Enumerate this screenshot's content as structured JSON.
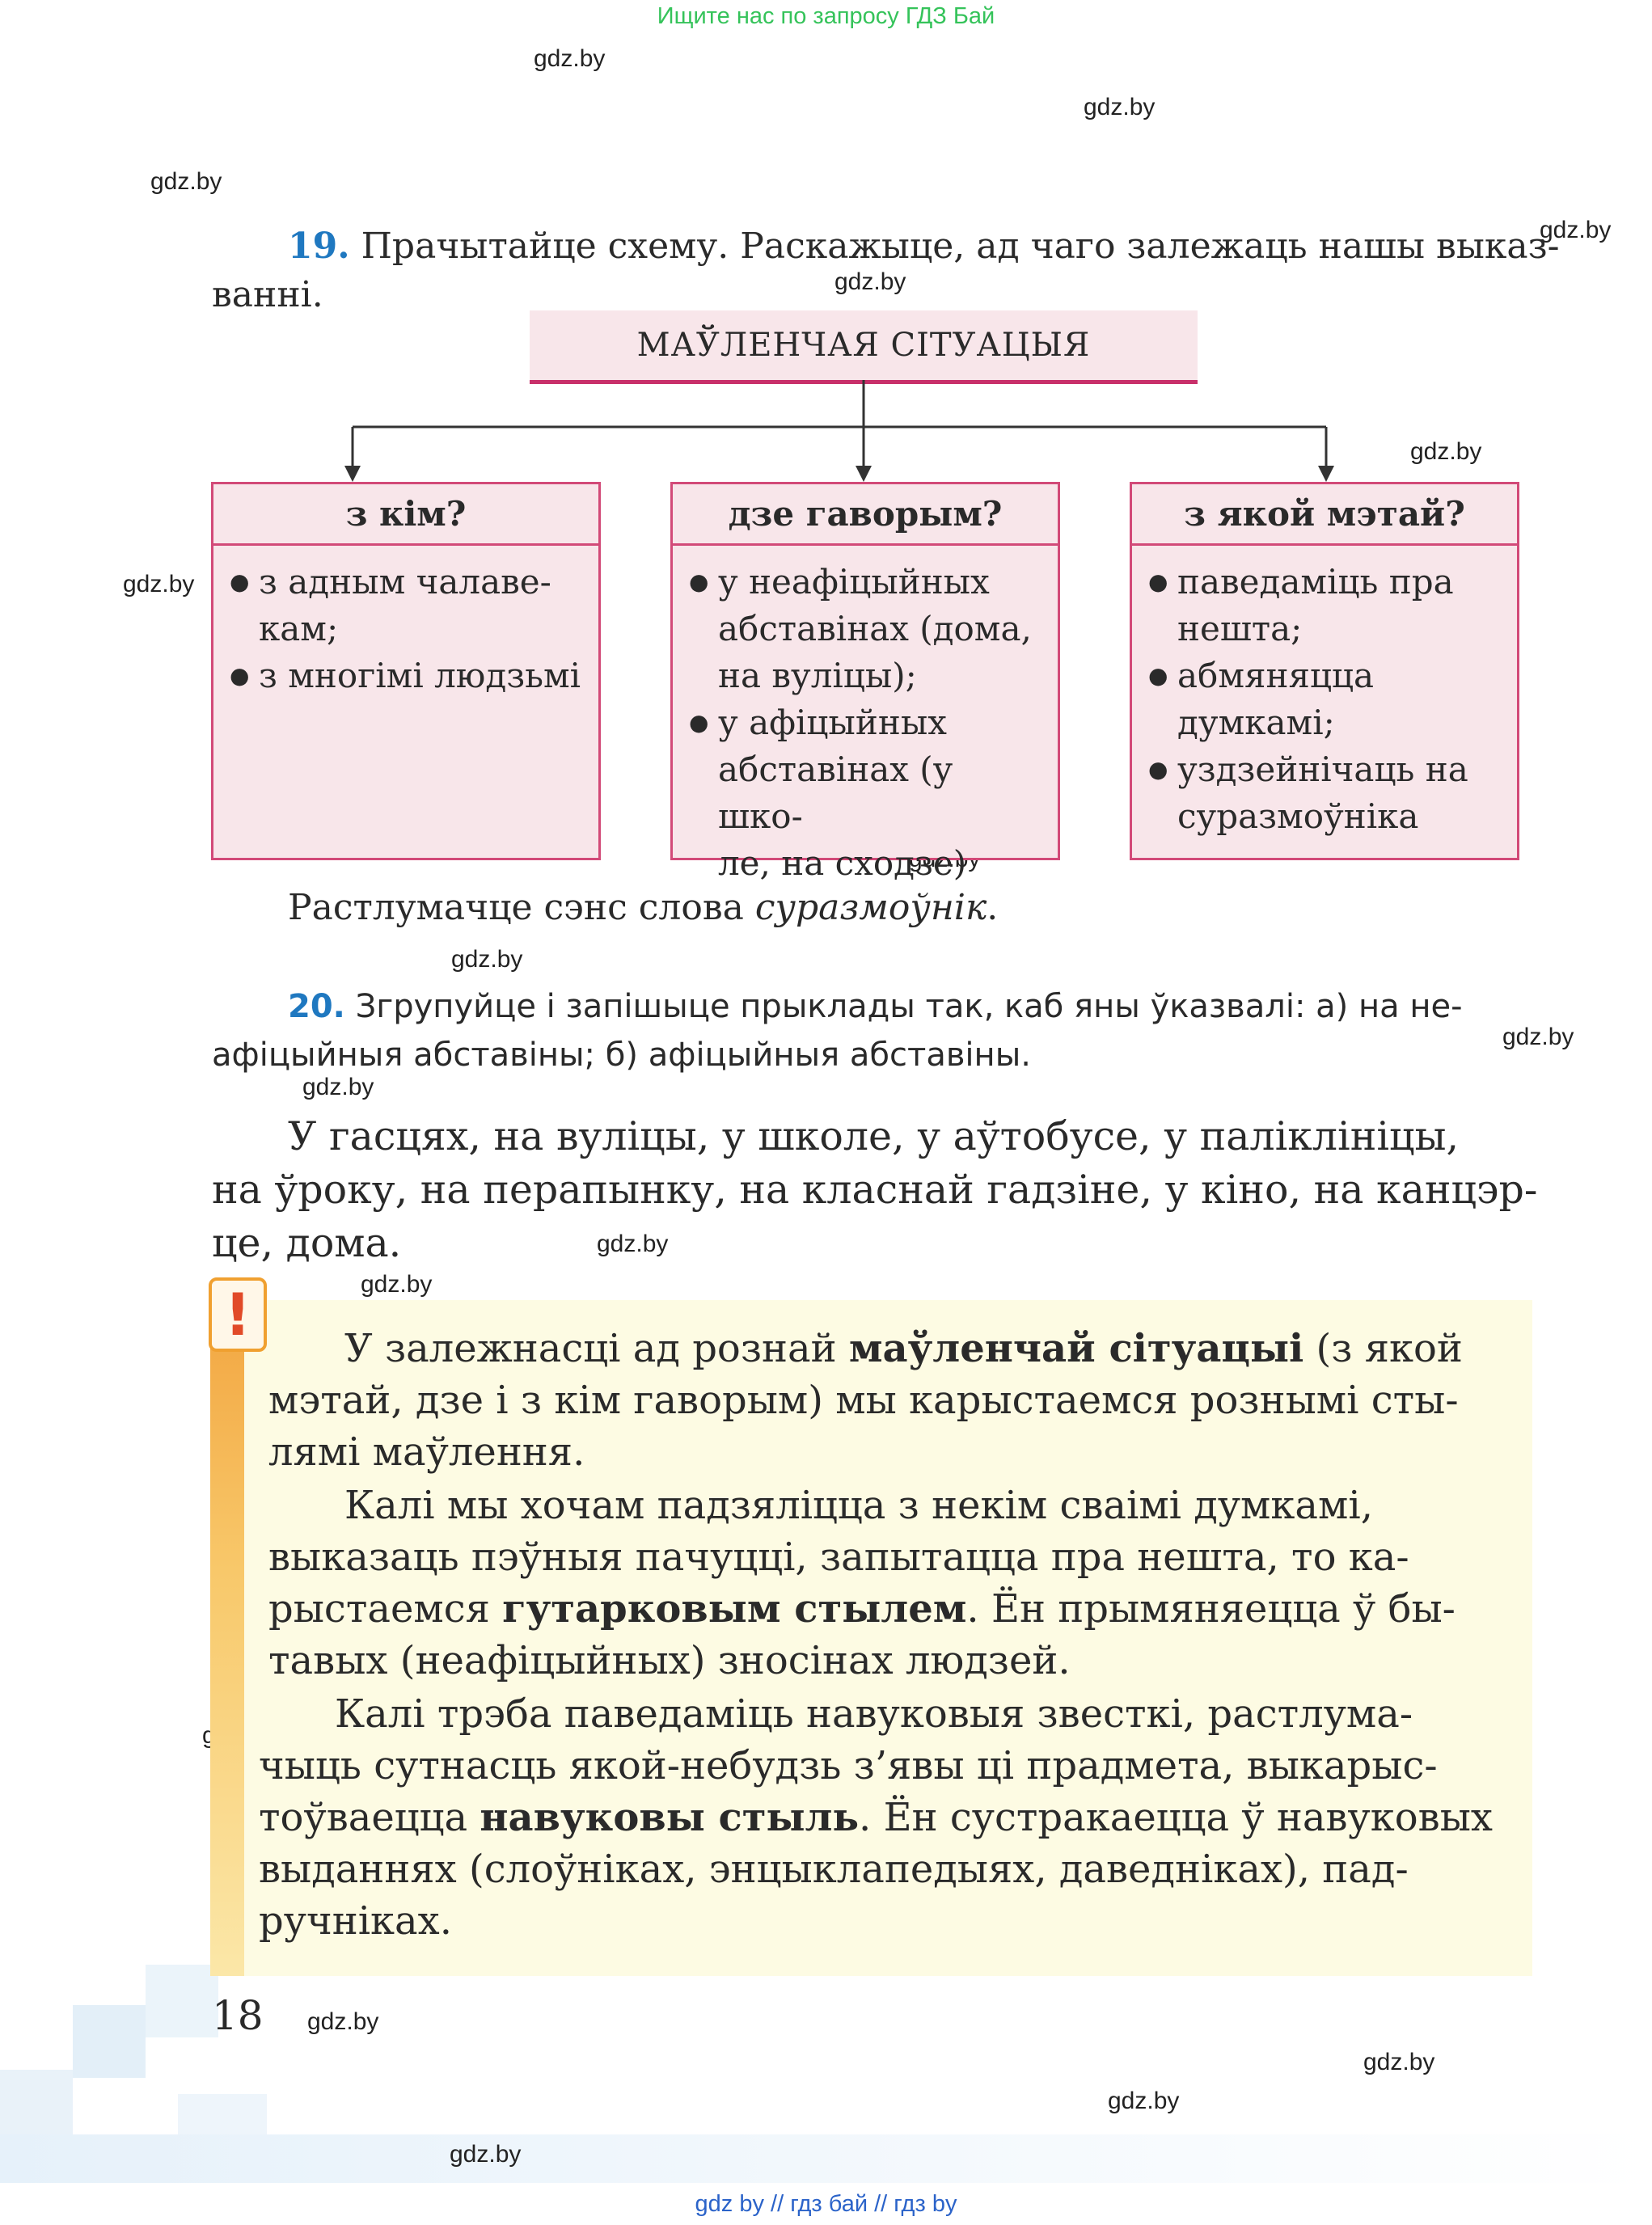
{
  "top_note": "Ищите нас по запросу ГДЗ Бай",
  "watermark": "gdz.by",
  "ex19": {
    "number": "19.",
    "line1": "Прачытайце схему. Раскажыце, ад чаго залежаць нашы выказ-",
    "line2": "ванні."
  },
  "scheme": {
    "title": "МАЎЛЕНЧАЯ СІТУАЦЫЯ",
    "columns": [
      {
        "head": "з кім?",
        "items": [
          "з адным чалаве-",
          "кам;",
          "з многімі людзьмі"
        ]
      },
      {
        "head": "дзе гаворым?",
        "items": [
          "у неафіцыйных",
          "абставінах (дома,",
          "на вуліцы);",
          "у афіцыйных",
          "абставінах (у шко-",
          "ле, на сходзе)"
        ]
      },
      {
        "head": "з якой мэтай?",
        "items": [
          "паведаміць пра",
          "нешта;",
          "абмяняцца",
          "думкамі;",
          "уздзейнічаць на",
          "суразмоўніка"
        ]
      }
    ]
  },
  "explain": {
    "text": "Растлумачце сэнс слова ",
    "word": "суразмоўнік",
    "end": "."
  },
  "ex20": {
    "number": "20.",
    "line1": "Згрупуйце і запішыце прыклады так, каб яны ўказвалі: а) на не-",
    "line2": "афіцыйныя абставіны; б) афіцыйныя абставіны."
  },
  "examples": {
    "line1": "У гасцях, на вуліцы, у школе, у аўтобусе, у паліклініцы,",
    "line2": "на ўроку, на перапынку, на класнай гадзіне, у кіно, на канцэр-",
    "line3": "це, дома."
  },
  "rule": {
    "mark": "!",
    "p1a": "У залежнасці ад рознай ",
    "p1b": "маўленчай сітуацыі",
    "p1c": " (з якой",
    "p1l2": "мэтай, дзе і з кім гаворым) мы карыстаемся рознымі сты-",
    "p1l3": "лямі маўлення.",
    "p2l1": "Калі мы хочам падзяліцца з некім сваімі думкамі,",
    "p2l2": "выказаць пэўныя пачуцці, запытацца пра нешта, то ка-",
    "p2l3a": "рыстаемся ",
    "p2l3b": "гутарковым стылем",
    "p2l3c": ". Ён прымяняецца ў бы-",
    "p2l4": "тавых (неафіцыйных) зносінах людзей.",
    "p3l1": "Калі трэба паведаміць навуковыя звесткі, растлума-",
    "p3l2": "чыць сутнасць якой-небудзь з’явы ці прадмета, выкарыс-",
    "p3l3a": "тоўваецца ",
    "p3l3b": "навуковы стыль",
    "p3l3c": ". Ён сустракаецца ў навуковых",
    "p3l4": "выданнях (слоўніках, энцыклапедыях, даведніках), пад-",
    "p3l5": "ручніках."
  },
  "page_number": "18",
  "footer": "gdz by  //  гдз бай  //  гдз by"
}
